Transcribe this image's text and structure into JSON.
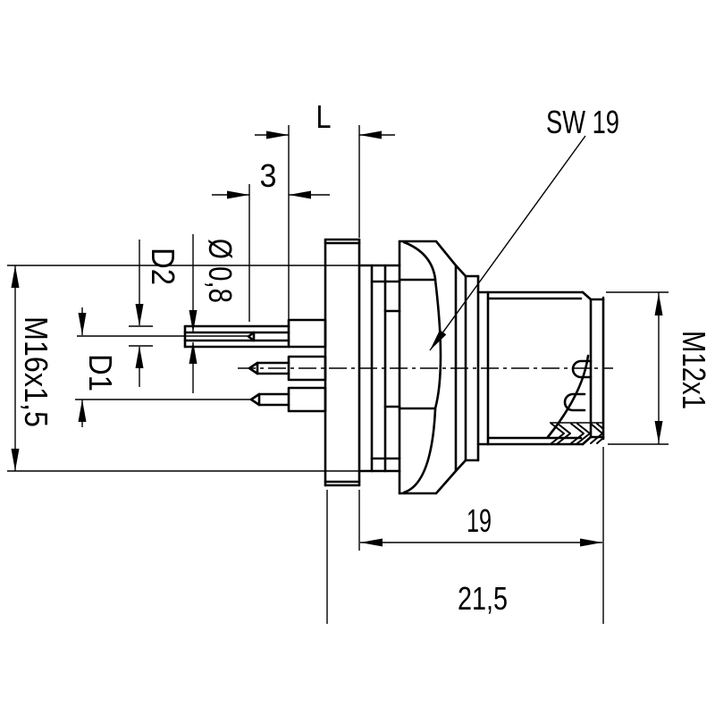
{
  "drawing": {
    "background_color": "#ffffff",
    "line_color": "#000000",
    "labels": {
      "l": "L",
      "three": "3",
      "sw19": "SW 19",
      "dia08": "Ø 0,8",
      "d2": "D2",
      "d1": "D1",
      "m16": "M16x1,5",
      "m12": "M12x1",
      "len19": "19",
      "len215": "21,5"
    }
  }
}
